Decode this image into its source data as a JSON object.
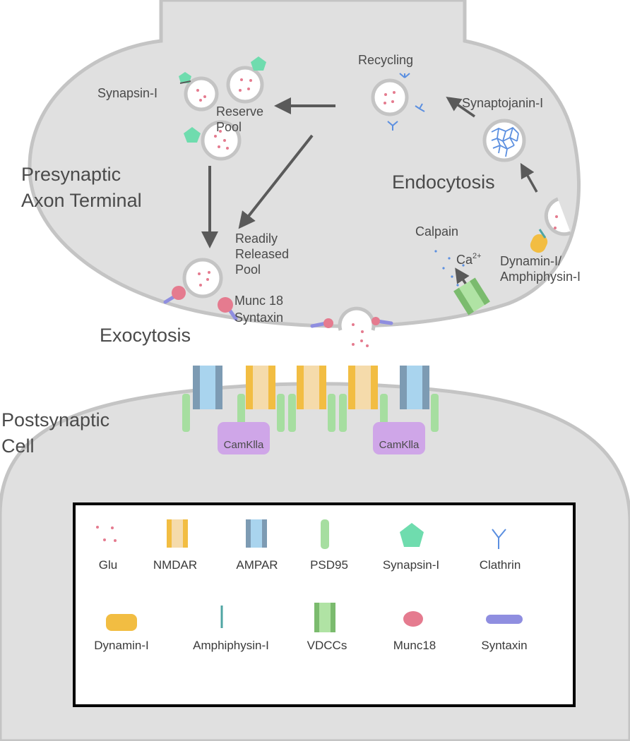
{
  "presynaptic": {
    "title_line1": "Presynaptic",
    "title_line2": "Axon Terminal",
    "synapsin_label": "Synapsin-I",
    "reserve_line1": "Reserve",
    "reserve_line2": "Pool",
    "recycling": "Recycling",
    "synaptojanin": "Synaptojanin-I",
    "endocytosis": "Endocytosis",
    "readily_line1": "Readily",
    "readily_line2": "Released",
    "readily_line3": "Pool",
    "calpain": "Calpain",
    "ca_base": "Ca",
    "ca_sup": "2+",
    "dynamin_line1": "Dynamin-I/",
    "dynamin_line2": "Amphiphysin-I",
    "munc18": "Munc 18",
    "syntaxin": "Syntaxin"
  },
  "exocytosis": "Exocytosis",
  "postsynaptic": {
    "title_line1": "Postsynaptic",
    "title_line2": "Cell",
    "camk_left": "CamKlla",
    "camk_right": "CamKlla"
  },
  "legend": {
    "items": [
      {
        "label": "Glu",
        "icon": "glu-icon"
      },
      {
        "label": "NMDAR",
        "icon": "nmdar-icon"
      },
      {
        "label": "AMPAR",
        "icon": "ampar-icon"
      },
      {
        "label": "PSD95",
        "icon": "psd95-icon"
      },
      {
        "label": "Synapsin-I",
        "icon": "synapsin-icon"
      },
      {
        "label": "Clathrin",
        "icon": "clathrin-icon"
      },
      {
        "label": "Dynamin-I",
        "icon": "dynamin-icon"
      },
      {
        "label": "Amphiphysin-I",
        "icon": "amphiphysin-icon"
      },
      {
        "label": "VDCCs",
        "icon": "vdcc-icon"
      },
      {
        "label": "Munc18",
        "icon": "munc18-icon"
      },
      {
        "label": "Syntaxin",
        "icon": "syntaxin-icon"
      }
    ]
  },
  "colors": {
    "cell_fill": "#e0e0e0",
    "cell_stroke": "#c4c4c4",
    "glu": "#e57b8f",
    "nmdar_outer": "#f2bd42",
    "nmdar_inner": "#f5dbab",
    "ampar_outer": "#7d9bb3",
    "ampar_inner": "#a9d4ee",
    "psd95": "#a6dea0",
    "synapsin": "#6fdcae",
    "clathrin": "#5b8fe0",
    "dynamin": "#f2bd42",
    "amphiphysin": "#4fa5a3",
    "vdcc_outer": "#7bbb6e",
    "vdcc_inner": "#b0e3a4",
    "munc18": "#e57b8f",
    "syntaxin": "#8f8ee0",
    "camk": "#cfa6e8",
    "arrow": "#5a5a5a"
  }
}
